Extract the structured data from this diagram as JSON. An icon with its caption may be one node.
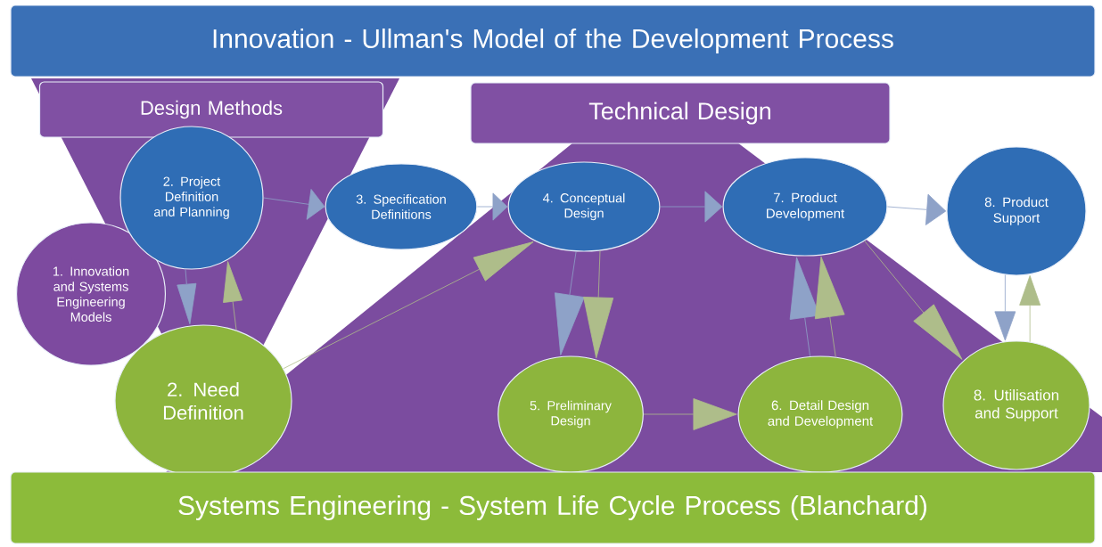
{
  "diagram": {
    "nodes": [
      {
        "text": [
          "Innovation - Ullman's Model of the Development Process"
        ]
      },
      {
        "text": [
          "Design Methods"
        ]
      },
      {
        "text": [
          "Technical Design"
        ]
      },
      {
        "text": [
          "1. Innovation and Systems Engineering Models"
        ]
      },
      {
        "text": [
          "2. Project Definition and Planning"
        ]
      },
      {
        "text": [
          "3. Specification Definitions"
        ]
      },
      {
        "text": [
          "4. Conceptual Design"
        ]
      },
      {
        "text": [
          "7. Product Development"
        ]
      },
      {
        "text": [
          "8. Product Support"
        ]
      },
      {
        "text": [
          "2. Need Definition"
        ]
      },
      {
        "text": [
          "5. Preliminary Design"
        ]
      },
      {
        "text": [
          "6. Detail Design and Development"
        ]
      },
      {
        "text": [
          "8. Utilisation and Support"
        ]
      },
      {
        "text": [
          "Systems Engineering - System Life Cycle Process (Blanchard)"
        ]
      }
    ],
    "edges": [
      {
        "from": 4,
        "to": 5,
        "arrow": "to"
      },
      {
        "from": 5,
        "to": 6,
        "arrow": "to"
      },
      {
        "from": 6,
        "to": 7,
        "arrow": "to"
      },
      {
        "from": 7,
        "to": 8,
        "arrow": "to"
      },
      {
        "from": 4,
        "to": 9,
        "arrow": "to"
      },
      {
        "from": 9,
        "to": 4,
        "arrow": "to",
        "color": "#aebd8a"
      },
      {
        "from": 9,
        "to": 6,
        "arrow": "to",
        "color": "#aebd8a"
      },
      {
        "from": 6,
        "to": 10,
        "arrow": "to"
      },
      {
        "from": 6,
        "to": 10,
        "arrow": "to",
        "color": "#aebd8a"
      },
      {
        "from": 11,
        "to": 7,
        "arrow": "to"
      },
      {
        "from": 11,
        "to": 7,
        "arrow": "to",
        "color": "#aebd8a"
      },
      {
        "from": 7,
        "to": 12,
        "arrow": "to",
        "color": "#aebd8a"
      },
      {
        "from": 8,
        "to": 12,
        "arrow": "to"
      },
      {
        "from": 12,
        "to": 8,
        "arrow": "to",
        "color": "#aebd8a"
      },
      {
        "from": 10,
        "to": 11,
        "arrow": "to",
        "color": "#aebd8a"
      }
    ]
  }
}
